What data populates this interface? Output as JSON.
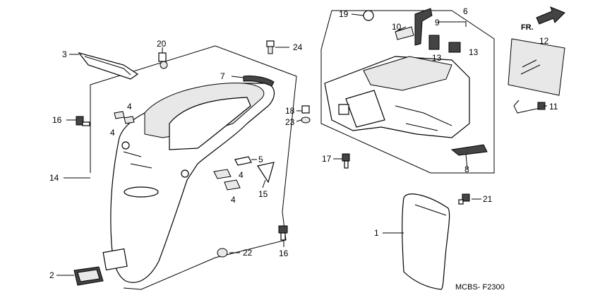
{
  "diagram_code": "MCBS- F2300",
  "direction_label": "FR.",
  "part_labels": {
    "p1": "1",
    "p2": "2",
    "p3": "3",
    "p4a": "4",
    "p4b": "4",
    "p4c": "4",
    "p4d": "4",
    "p5": "5",
    "p6": "6",
    "p7": "7",
    "p8": "8",
    "p9": "9",
    "p10": "10",
    "p11": "11",
    "p12": "12",
    "p13a": "13",
    "p13b": "13",
    "p14": "14",
    "p15": "15",
    "p16a": "16",
    "p16b": "16",
    "p17": "17",
    "p18": "18",
    "p19": "19",
    "p20": "20",
    "p21": "21",
    "p22": "22",
    "p23": "23",
    "p24": "24"
  }
}
